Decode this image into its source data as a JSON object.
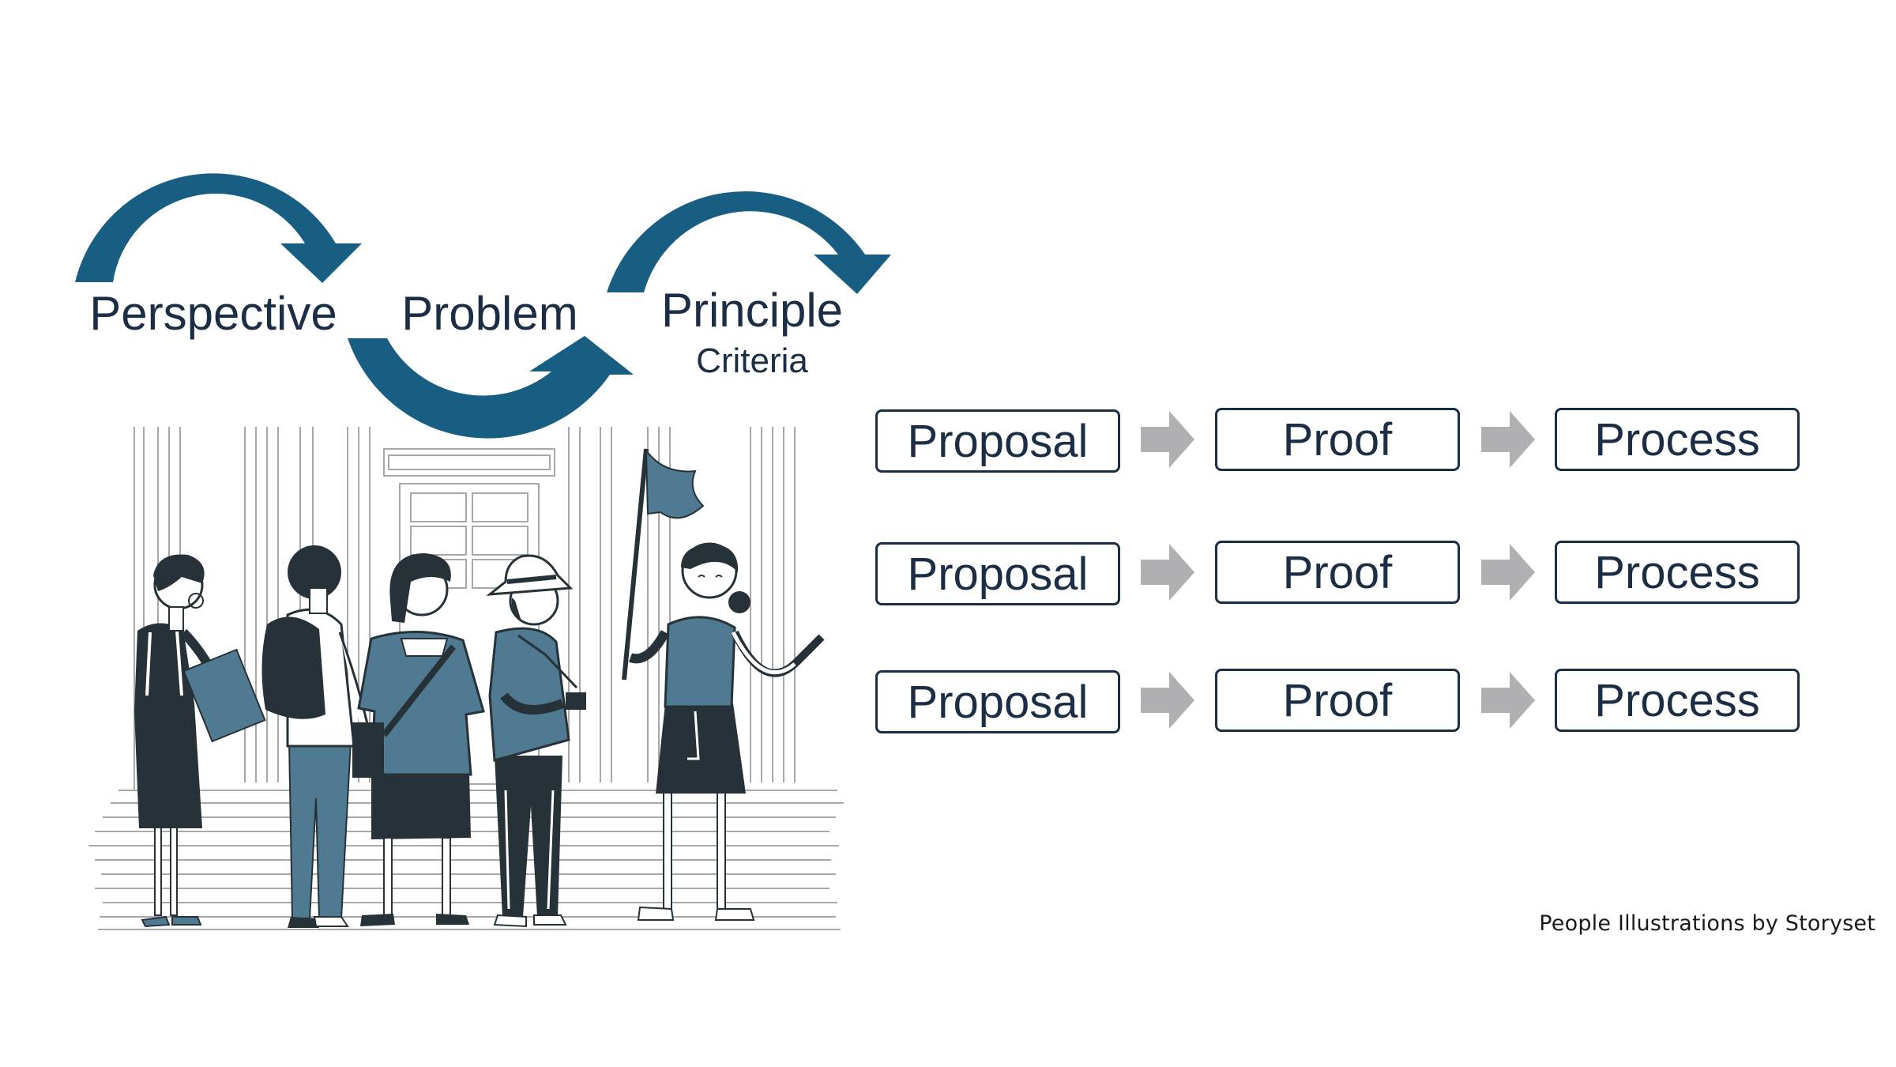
{
  "colors": {
    "accent": "#175e82",
    "text": "#1c2e45",
    "arrow_gray": "#b0b0b3",
    "illustration_fill": "#4f7a92",
    "illustration_dark": "#263238"
  },
  "cycle": {
    "perspective": "Perspective",
    "problem": "Problem",
    "principle": "Principle",
    "criteria": "Criteria"
  },
  "flow": {
    "rows": [
      [
        "Proposal",
        "Proof",
        "Process"
      ],
      [
        "Proposal",
        "Proof",
        "Process"
      ],
      [
        "Proposal",
        "Proof",
        "Process"
      ]
    ]
  },
  "credit": "People Illustrations by Storyset"
}
